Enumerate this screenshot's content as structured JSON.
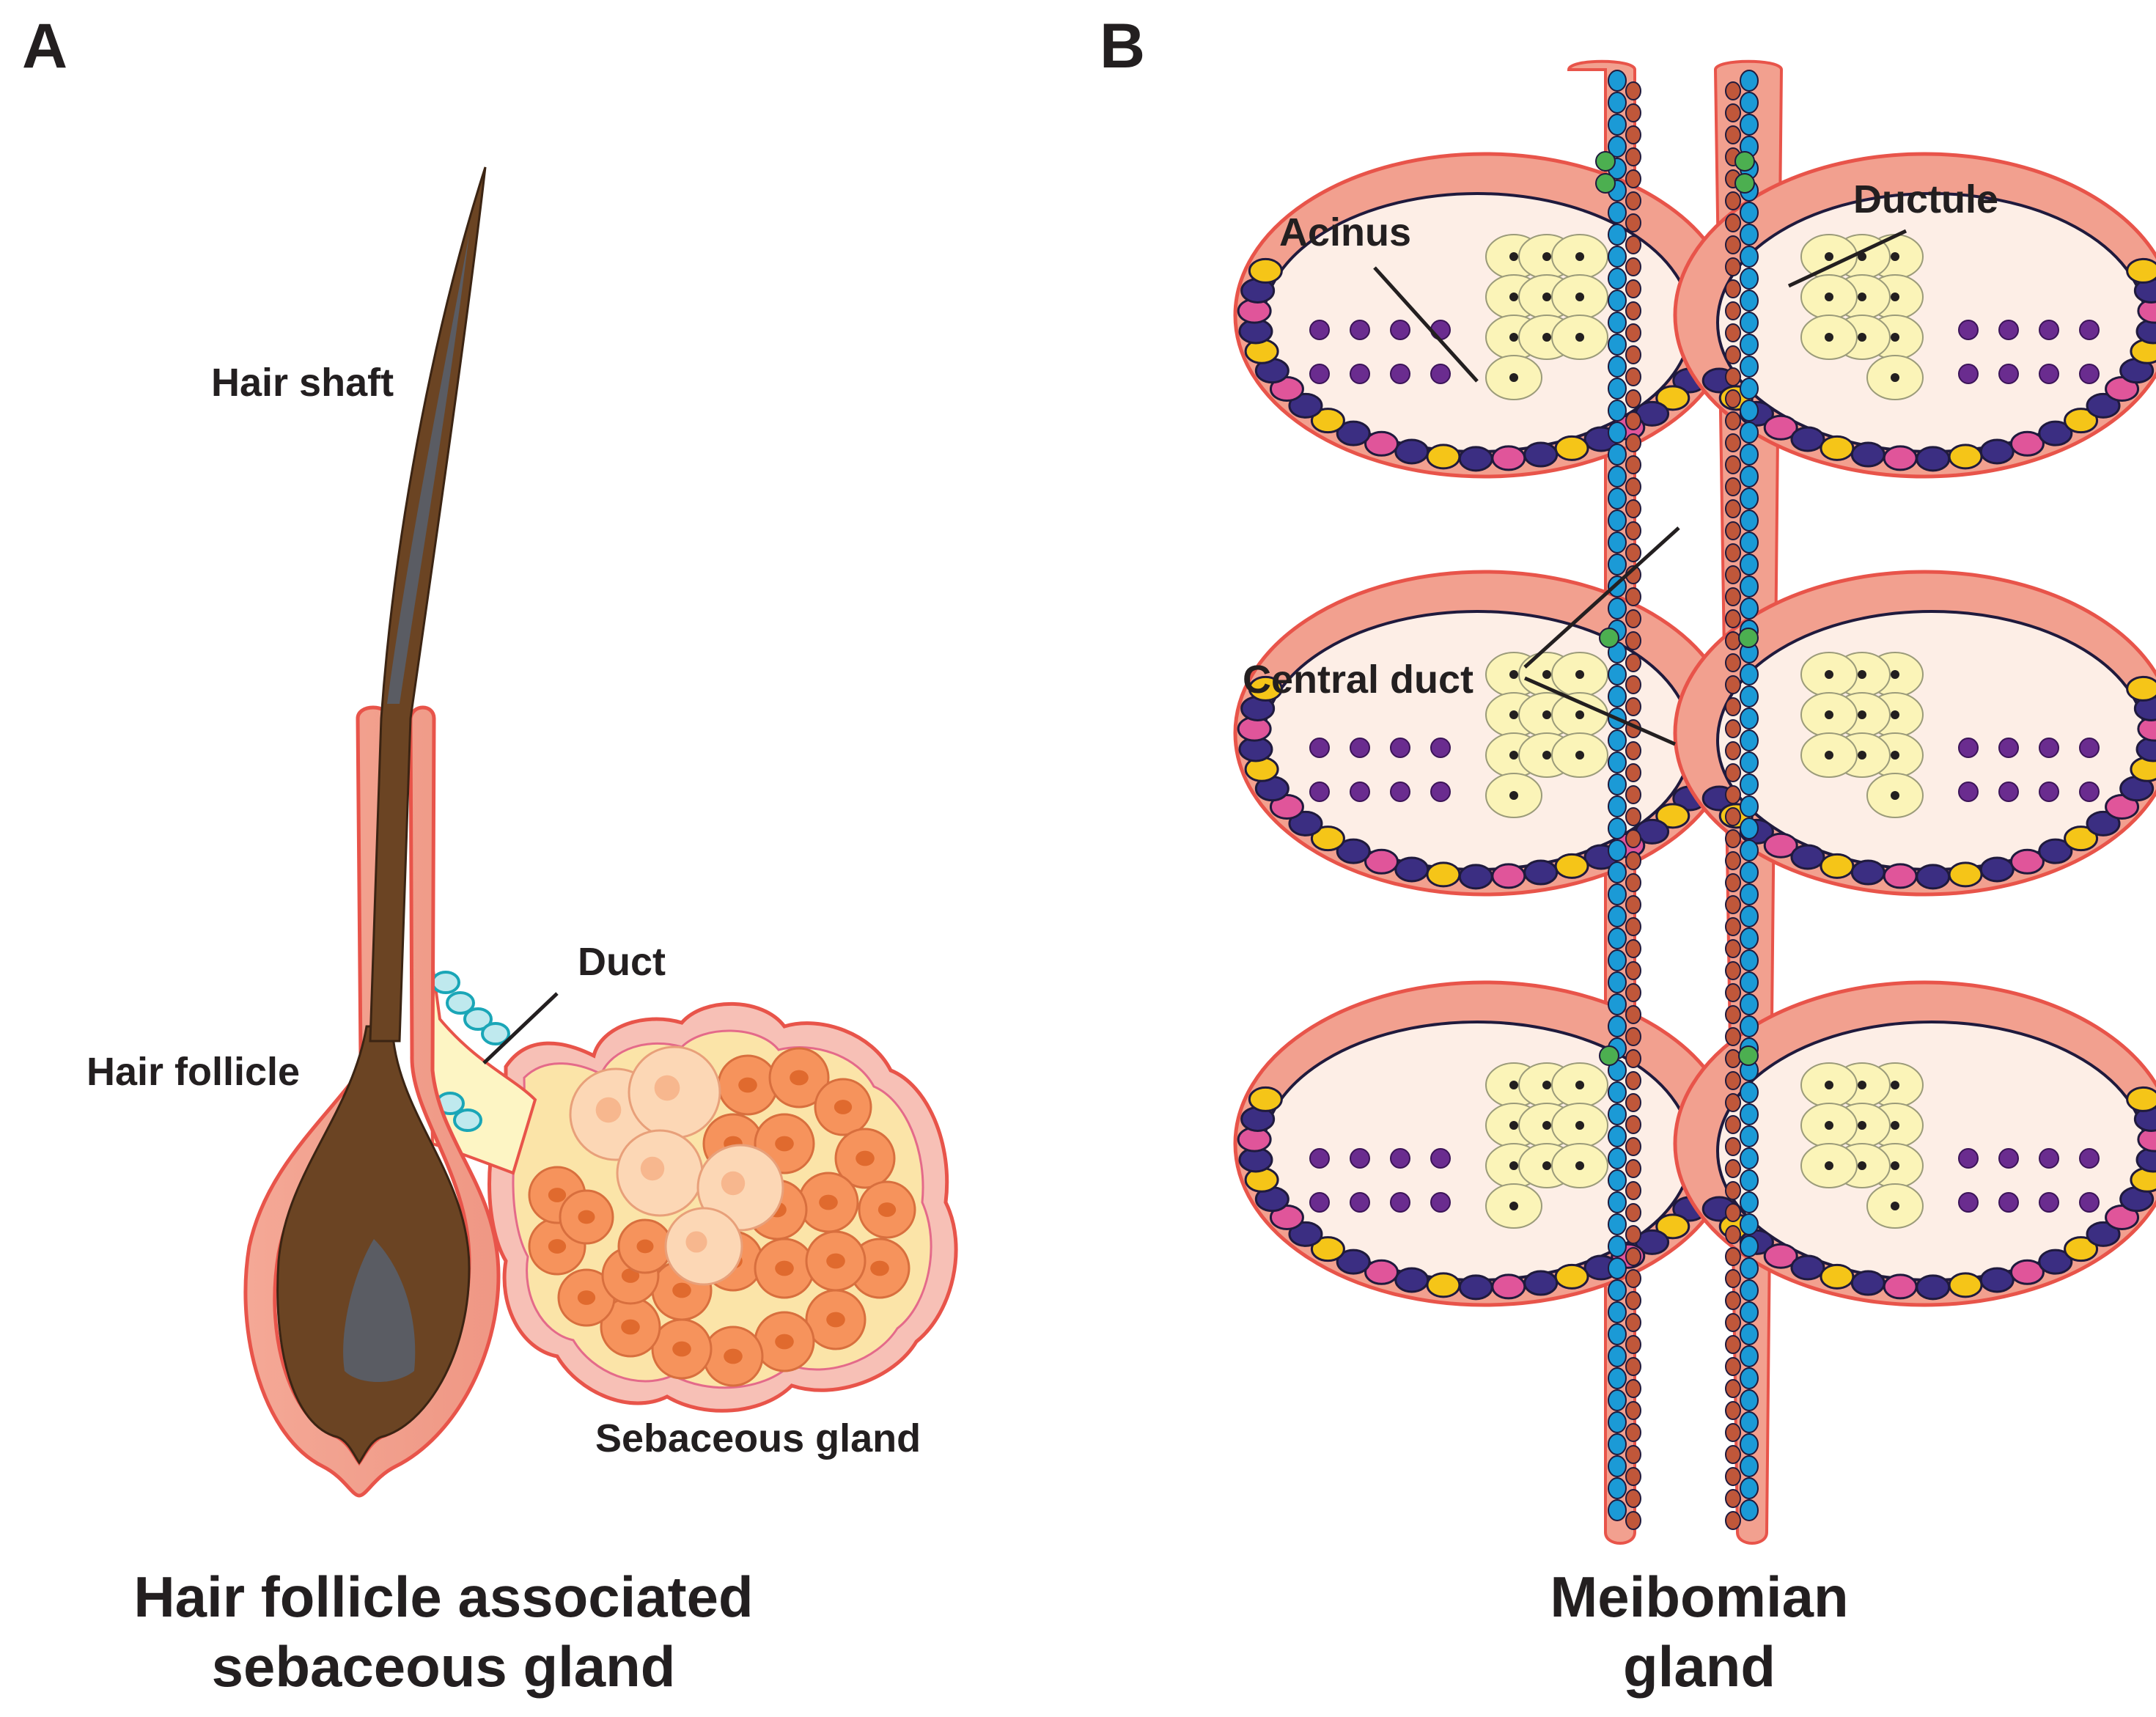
{
  "panel_a": {
    "letter": "A",
    "labels": {
      "hair_shaft": "Hair shaft",
      "duct": "Duct",
      "hair_follicle": "Hair follicle",
      "sebaceous_gland": "Sebaceous gland"
    },
    "caption_line1": "Hair follicle associated",
    "caption_line2": "sebaceous gland"
  },
  "panel_b": {
    "letter": "B",
    "labels": {
      "acinus": "Acinus",
      "ductule": "Ductule",
      "central_duct": "Central duct"
    },
    "caption_line1": "Meibomian",
    "caption_line2": "gland"
  },
  "colors": {
    "tissue_pink": "#f2a08f",
    "tissue_border": "#e8544a",
    "hair_brown": "#6b4423",
    "papilla_gray": "#5a5c63",
    "duct_yellow": "#fdf5c4",
    "gland_orange": "#f6935c",
    "cell_cream": "#fbf4b8",
    "cell_purple": "#3b2e82",
    "cell_yellow": "#f5c518",
    "cell_magenta": "#e0559a",
    "cell_blue": "#1b9ad6",
    "cell_teal": "#1aa6b7",
    "cell_green": "#4caf50"
  }
}
